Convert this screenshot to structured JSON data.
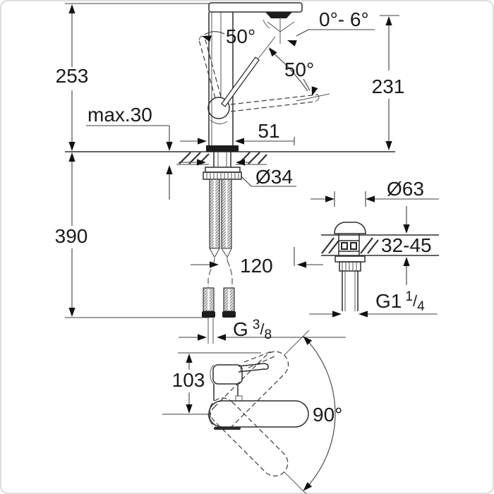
{
  "drawing": {
    "kind": "technical-dimension-drawing",
    "subject": "single-lever basin mixer with pop-up waste",
    "background": "#ffffff",
    "line_color": "#2d2d2d",
    "text_color": "#1a1a1a"
  },
  "labels": {
    "total_height": "253",
    "spout_height": "231",
    "max_counter_thickness": "max.30",
    "lever_angle_front": "50°",
    "lever_angle_open": "50°",
    "spout_tilt_range": "0°- 6°",
    "spout_outlet_offset": "51",
    "shank_diameter": "Ø34",
    "clearance_below": "390",
    "hose_offset": "120",
    "supply_thread": {
      "prefix": "G",
      "numerator": "3",
      "slash": "/",
      "denominator": "8"
    },
    "waste_flange_diameter": "Ø63",
    "basin_thickness_range": "32-45",
    "waste_thread": {
      "prefix": "G1",
      "numerator": "1",
      "slash": "/",
      "denominator": "4"
    },
    "body_depth": "103",
    "swivel_range": "90°"
  }
}
